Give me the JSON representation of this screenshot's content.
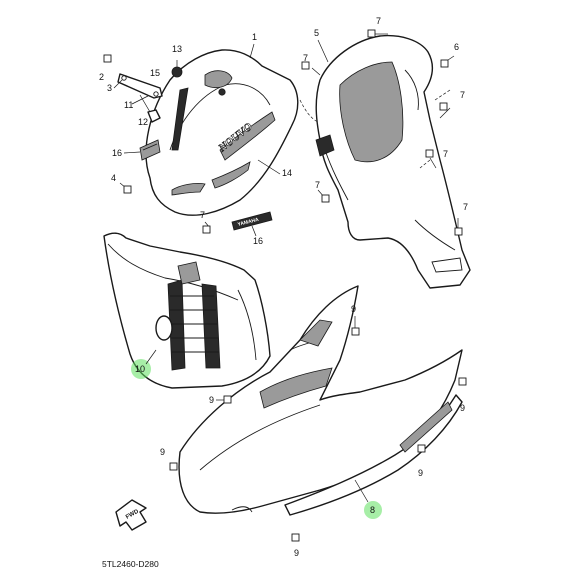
{
  "diagram": {
    "drawing_code": "5TL2460-D280",
    "direction_label": "FWD",
    "logo_text": "NOUVO",
    "brand_badge": "YAMAHA",
    "callouts": [
      {
        "label": "1"
      },
      {
        "label": "2"
      },
      {
        "label": "3"
      },
      {
        "label": "4"
      },
      {
        "label": "5"
      },
      {
        "label": "6"
      },
      {
        "label": "7"
      },
      {
        "label": "8"
      },
      {
        "label": "9"
      },
      {
        "label": "10"
      },
      {
        "label": "11"
      },
      {
        "label": "12"
      },
      {
        "label": "13"
      },
      {
        "label": "14"
      },
      {
        "label": "15"
      },
      {
        "label": "16"
      }
    ],
    "highlight_color": "#5fe05f",
    "highlighted_callouts": [
      "10",
      "8"
    ]
  }
}
